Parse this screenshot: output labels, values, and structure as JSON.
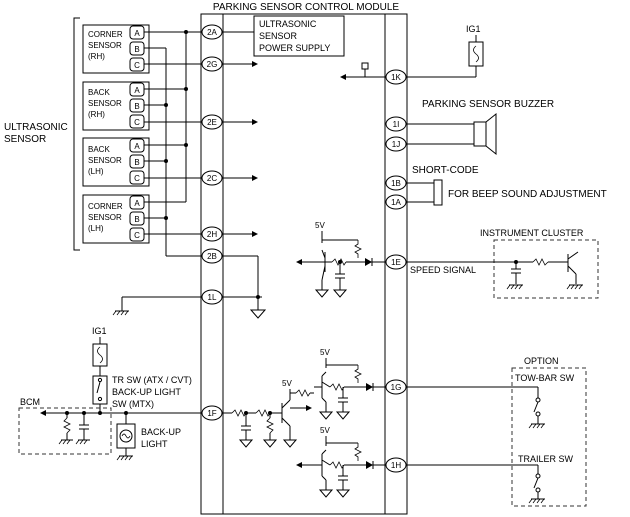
{
  "module": {
    "title": "PARKING SENSOR CONTROL MODULE",
    "power_supply_label": [
      "ULTRASONIC",
      "SENSOR",
      "POWER SUPPLY"
    ],
    "left_terminals": [
      "2A",
      "2G",
      "2E",
      "2C",
      "2H",
      "2B",
      "1L",
      "1F"
    ],
    "right_terminals": [
      "1K",
      "1I",
      "1J",
      "1B",
      "1A",
      "1E",
      "1G",
      "1H"
    ]
  },
  "ultrasonic_sensor_group": {
    "label_line1": "ULTRASONIC",
    "label_line2": "SENSOR",
    "sensors": [
      {
        "lines": [
          "CORNER",
          "SENSOR",
          "(RH)"
        ]
      },
      {
        "lines": [
          "BACK",
          "SENSOR",
          "(RH)"
        ]
      },
      {
        "lines": [
          "BACK",
          "SENSOR",
          "(LH)"
        ]
      },
      {
        "lines": [
          "CORNER",
          "SENSOR",
          "(LH)"
        ]
      }
    ],
    "pins": [
      "A",
      "B",
      "C"
    ]
  },
  "ig1_top": "IG1",
  "ig1_left": "IG1",
  "buzzer_label": "PARKING SENSOR BUZZER",
  "short_code_label": "SHORT-CODE",
  "beep_label": "FOR BEEP SOUND ADJUSTMENT",
  "instrument_cluster_label": "INSTRUMENT CLUSTER",
  "speed_signal_label": "SPEED SIGNAL",
  "option_label": "OPTION",
  "towbar_label": "TOW-BAR SW",
  "trailer_label": "TRAILER SW",
  "vcc_labels": [
    "5V",
    "5V",
    "5V",
    "5V"
  ],
  "tr_sw_lines": [
    "TR SW (ATX / CVT)",
    "BACK-UP LIGHT",
    "SW (MTX)"
  ],
  "bcm_label": "BCM",
  "backup_light_lines": [
    "BACK-UP",
    "LIGHT"
  ]
}
